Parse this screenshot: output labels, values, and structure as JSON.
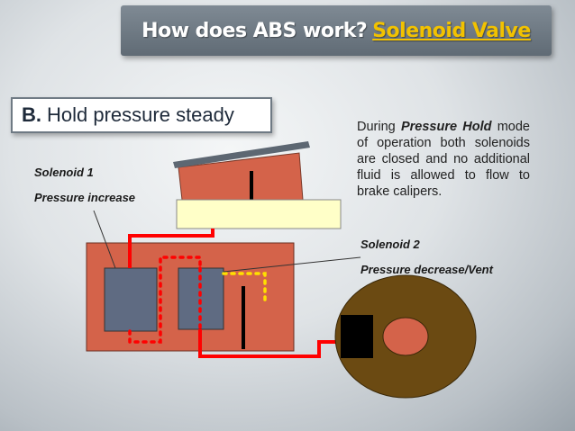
{
  "title": {
    "main": "How does ABS work?",
    "accent": "Solenoid Valve"
  },
  "section": {
    "letter": "B.",
    "label": "Hold pressure steady"
  },
  "description": {
    "prefix": "During",
    "emphasis": "Pressure Hold",
    "suffix": "mode of operation both solenoids are closed and no additional fluid is allowed to flow to brake calipers."
  },
  "labels": {
    "solenoid1_name": "Solenoid 1",
    "solenoid1_function": "Pressure increase",
    "solenoid2_name": "Solenoid 2",
    "solenoid2_function": "Pressure decrease/Vent"
  },
  "colors": {
    "block": "#d4634a",
    "solenoid": "#5f6b82",
    "line_red": "#ff0000",
    "line_yellow": "#ffe000",
    "reservoir_cap": "#5d6772",
    "reservoir_base": "#ffffc8",
    "rotor": "#6b4a12",
    "hub": "#d4634a",
    "caliper": "#000000"
  }
}
